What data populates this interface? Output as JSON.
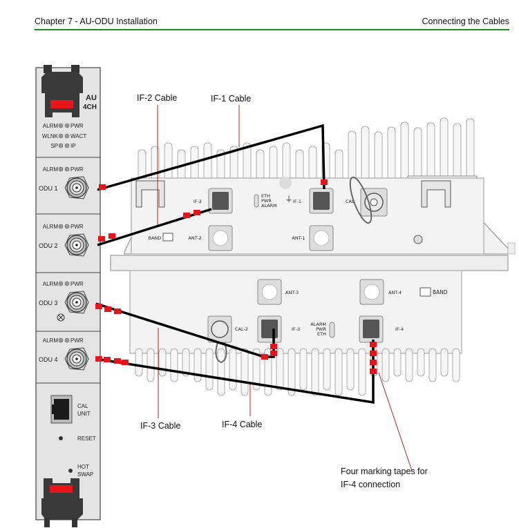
{
  "header": {
    "chapter": "Chapter 7 - AU-ODU Installation",
    "section": "Connecting the Cables",
    "rule_color": "#1a8a1a"
  },
  "panel": {
    "title_line1": "AU",
    "title_line2": "4CH",
    "status_leds": [
      {
        "left": "ALRM",
        "right": "PWR"
      },
      {
        "left": "WLNK",
        "right": "WACT"
      },
      {
        "left": "SP",
        "right": "IP"
      }
    ],
    "odu_ports": [
      {
        "label": "ODU 1",
        "led_left": "ALRM",
        "led_right": "PWR"
      },
      {
        "label": "ODU 2",
        "led_left": "ALRM",
        "led_right": "PWR"
      },
      {
        "label": "ODU 3",
        "led_left": "ALRM",
        "led_right": "PWR"
      },
      {
        "label": "ODU 4",
        "led_left": "ALRM",
        "led_right": "PWR"
      }
    ],
    "cal_unit_line1": "CAL",
    "cal_unit_line2": "UNIT",
    "reset": "RESET",
    "hot_swap_line1": "HOT",
    "hot_swap_line2": "SWAP"
  },
  "odu_unit": {
    "top_labels": {
      "if2": "IF-2",
      "if1": "IF-1",
      "ant2": "ANT-2",
      "ant1": "ANT-1",
      "band": "BAND",
      "cal": "CAL",
      "led_eth": "ETH",
      "led_pwr": "PWR",
      "led_alarm": "ALARM"
    },
    "bottom_labels": {
      "ant3": "ANT-3",
      "ant4": "ANT-4",
      "band": "BAND",
      "cal2": "CAL-2",
      "if3": "IF-3",
      "if4": "IF-4",
      "led_alarm": "ALARM",
      "led_pwr": "PWR",
      "led_eth": "ETH"
    }
  },
  "callouts": {
    "if2_cable": "IF-2 Cable",
    "if1_cable": "IF-1 Cable",
    "if3_cable": "IF-3 Cable",
    "if4_cable": "IF-4 Cable",
    "marking_line1": "Four marking tapes for",
    "marking_line2": "IF-4 connection"
  },
  "colors": {
    "tape": "#e8141a",
    "leader": "#b22222",
    "cable": "#000000"
  }
}
